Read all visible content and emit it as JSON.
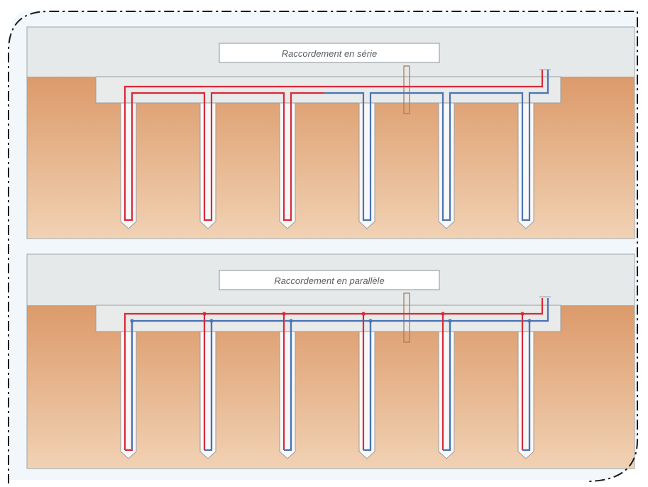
{
  "colors": {
    "page_background": "#f2f7fb",
    "frame_dash": "#1a1a1a",
    "panel_sky": "#e5e9ea",
    "panel_border": "#9fa6a9",
    "soil_top": "#dc9a6a",
    "soil_bottom": "#f1d2b4",
    "trench": "#e9eaea",
    "pile": "#f8f8f8",
    "pile_outline": "#9c9c9c",
    "pipe_hot": "#d8293a",
    "pipe_cold": "#4a73b4",
    "building_wall": "#a97c58",
    "label_border": "#8a9399",
    "label_text": "#5a5f63"
  },
  "panels": [
    {
      "id": "series",
      "label": "Raccordement en série",
      "connection": "series",
      "pile_count": 6
    },
    {
      "id": "parallel",
      "label": "Raccordement en parallèle",
      "connection": "parallel",
      "pile_count": 6
    }
  ]
}
